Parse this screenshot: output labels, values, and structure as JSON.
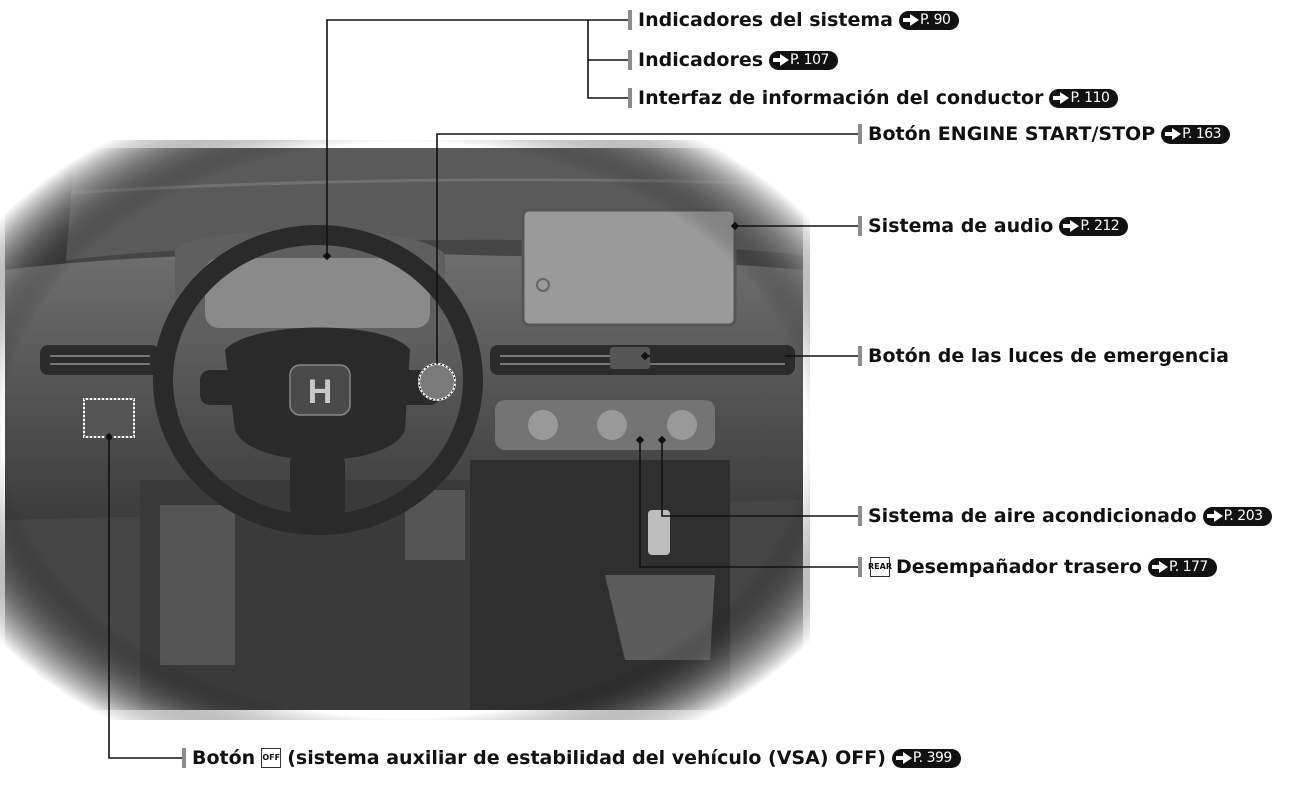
{
  "callouts": {
    "system_indicators": {
      "label": "Indicadores del sistema",
      "ref": "P. 90"
    },
    "indicators": {
      "label": "Indicadores",
      "ref": "P. 107"
    },
    "driver_info": {
      "label": "Interfaz de información del conductor",
      "ref": "P. 110"
    },
    "engine_start": {
      "label": "Botón ENGINE START/STOP",
      "ref": "P. 163"
    },
    "audio": {
      "label": "Sistema de audio",
      "ref": "P. 212"
    },
    "hazard": {
      "label": "Botón de las luces de emergencia"
    },
    "climate": {
      "label": "Sistema de aire acondicionado",
      "ref": "P. 203"
    },
    "rear_defrost": {
      "label": "Desempañador trasero",
      "ref": "P. 177",
      "icon": "rear-defrost-icon",
      "icon_text": "REAR"
    },
    "vsa": {
      "label_prefix": "Botón",
      "label": "(sistema auxiliar de estabilidad del vehículo (VSA) OFF)",
      "ref": "P. 399",
      "icon": "vsa-off-icon",
      "icon_text": "OFF"
    }
  },
  "brand_emblem": "H"
}
